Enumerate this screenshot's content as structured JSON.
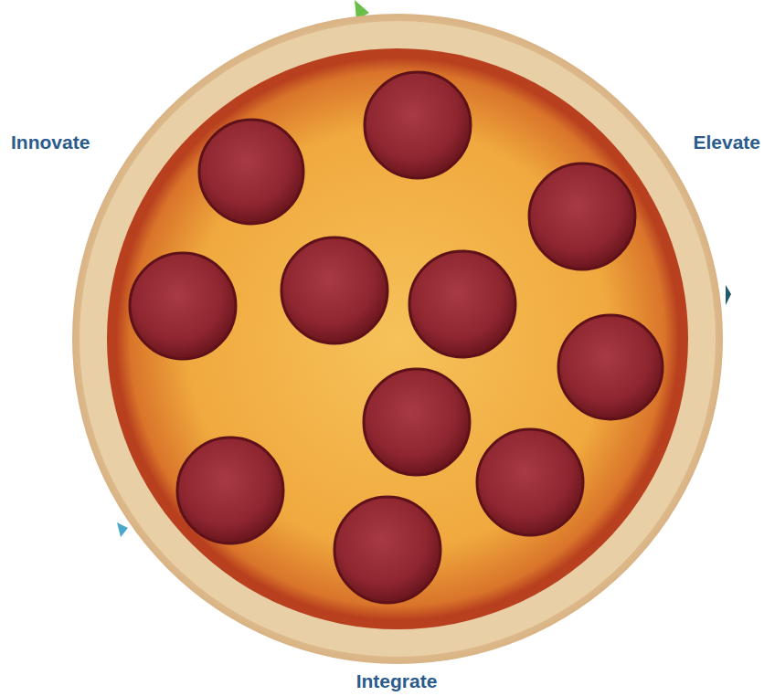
{
  "diagram": {
    "labels": [
      "Innovate",
      "Elevate",
      "Integrate"
    ]
  }
}
